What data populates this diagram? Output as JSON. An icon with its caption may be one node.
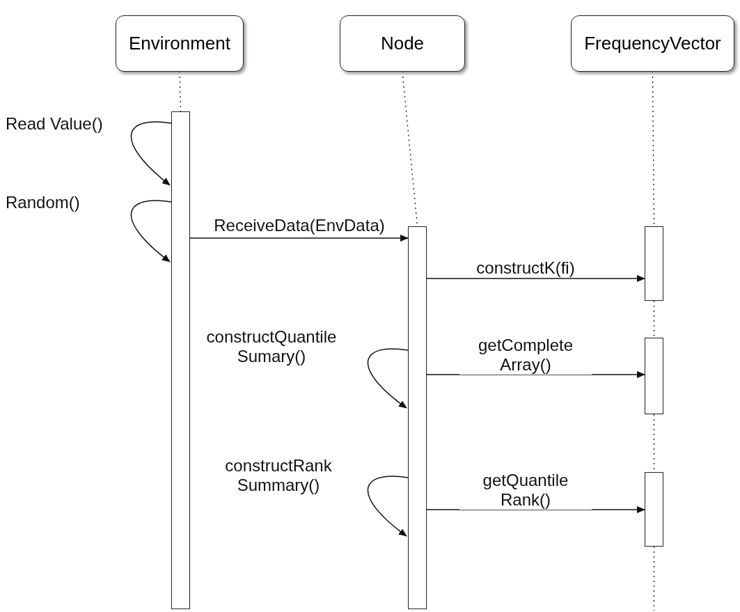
{
  "diagram": {
    "nodes": [
      {
        "text": [
          "Environment"
        ]
      },
      {
        "text": [
          "Node"
        ]
      },
      {
        "text": [
          "FrequencyVector"
        ]
      },
      {
        "text": [],
        "shape": "bar"
      },
      {
        "text": [],
        "shape": "bar"
      },
      {
        "text": [],
        "shape": "bar"
      },
      {
        "text": [],
        "shape": "bar"
      },
      {
        "text": [],
        "shape": "bar"
      }
    ],
    "edges": [
      {
        "from": 0,
        "to": 3,
        "arrow": "none",
        "style": "dashed"
      },
      {
        "from": 1,
        "to": 4,
        "arrow": "none",
        "style": "dashed"
      },
      {
        "from": 2,
        "to": 5,
        "arrow": "none",
        "style": "dashed"
      },
      {
        "from": 5,
        "to": 6,
        "arrow": "none",
        "style": "dashed"
      },
      {
        "from": 6,
        "to": 7,
        "arrow": "none",
        "style": "dashed"
      },
      {
        "from": 7,
        "to": null,
        "arrow": "none",
        "style": "dashed"
      },
      {
        "from": 3,
        "to": 3,
        "arrow": "to",
        "label": "Read Value()"
      },
      {
        "from": 3,
        "to": 3,
        "arrow": "to",
        "label": "Random()"
      },
      {
        "from": 3,
        "to": 4,
        "arrow": "to",
        "label": "ReceiveData(EnvData)"
      },
      {
        "from": 4,
        "to": 5,
        "arrow": "to",
        "label": "constructK(fi)"
      },
      {
        "from": 4,
        "to": 4,
        "arrow": "to",
        "label": "constructQuantile Sumary()"
      },
      {
        "from": 4,
        "to": 6,
        "arrow": "to",
        "label": "getComplete Array()"
      },
      {
        "from": 4,
        "to": 4,
        "arrow": "to",
        "label": "constructRank Summary()"
      },
      {
        "from": 4,
        "to": 7,
        "arrow": "to",
        "label": "getQuantile Rank()"
      }
    ]
  }
}
